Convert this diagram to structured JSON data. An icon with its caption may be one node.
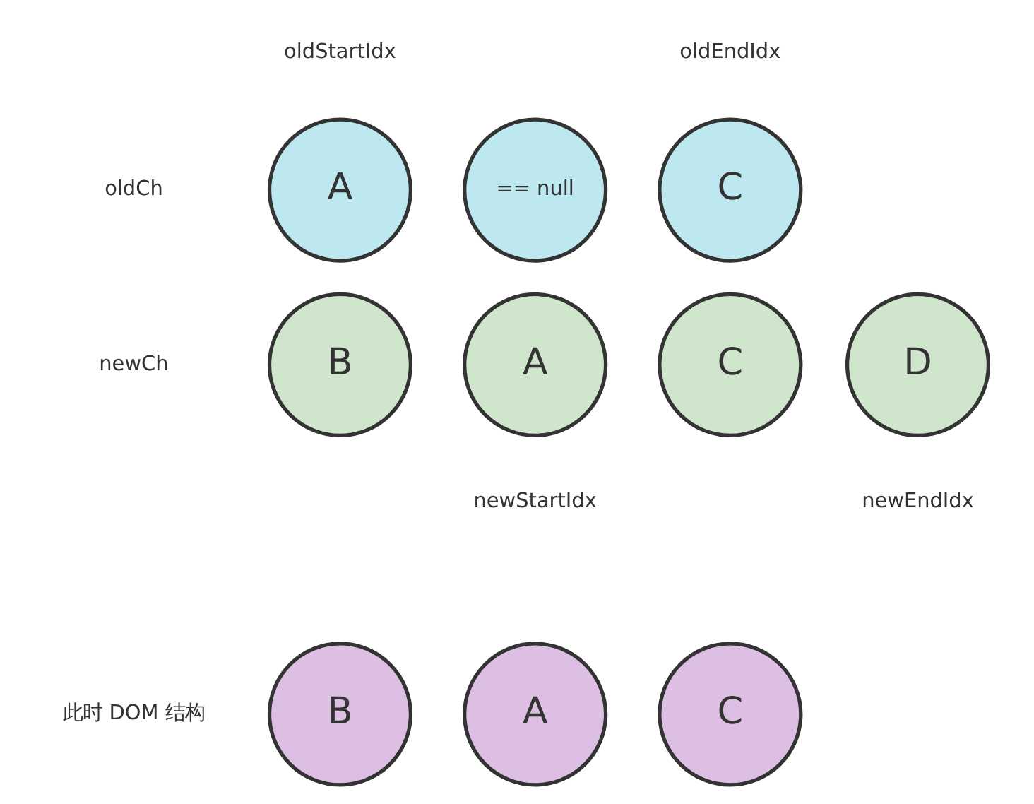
{
  "diagram": {
    "nodes": [
      {
        "text": [
          "A"
        ],
        "beside": [
          "oldStartIdx"
        ]
      },
      {
        "text": [
          "== null"
        ]
      },
      {
        "text": [
          "C"
        ],
        "beside": [
          "oldEndIdx"
        ]
      },
      {
        "text": [
          "B"
        ]
      },
      {
        "text": [
          "A"
        ],
        "beside": [
          "newStartIdx"
        ]
      },
      {
        "text": [
          "C"
        ]
      },
      {
        "text": [
          "D"
        ],
        "beside": [
          "newEndIdx"
        ]
      },
      {
        "text": [
          "B"
        ]
      },
      {
        "text": [
          "A"
        ]
      },
      {
        "text": [
          "C"
        ]
      }
    ],
    "labels": [
      "oldCh",
      "newCh",
      "此时 DOM 结构"
    ]
  }
}
